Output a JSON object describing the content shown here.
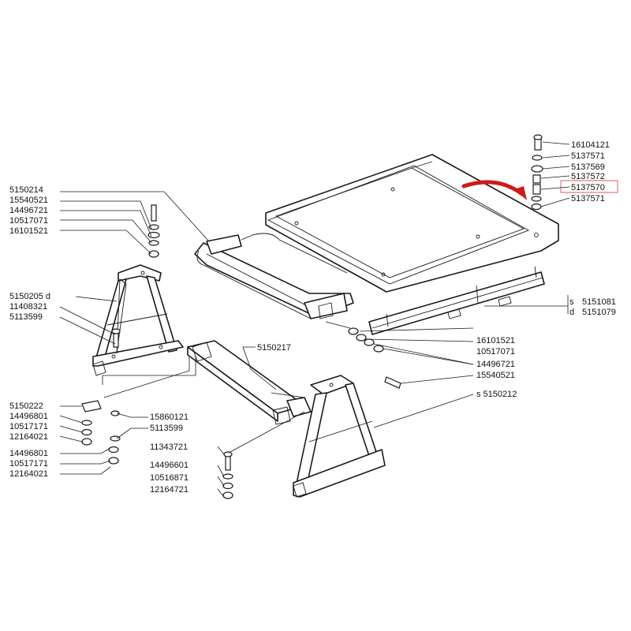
{
  "colors": {
    "line": "#1a1a1a",
    "highlight_arrow": "#d11a1a",
    "highlight_box": "#e07a7a",
    "background": "#ffffff"
  },
  "labels": {
    "l_16104121": "16104121",
    "l_5137571_a": "5137571",
    "l_5137569": "5137569",
    "l_5137572": "5137572",
    "l_5137570": "5137570",
    "l_5137571_b": "5137571",
    "l_5151081": "5151081",
    "l_5151079": "5151079",
    "l_s_mark_1": "s",
    "l_d_mark_1": "d",
    "l_16101521_r": "16101521",
    "l_10517071_r": "10517071",
    "l_14496721_r": "14496721",
    "l_15540521_r": "15540521",
    "l_5150212": "s   5150212",
    "l_5150214": "5150214",
    "l_15540521_l": "15540521",
    "l_14496721_l": "14496721",
    "l_10517071_l": "10517071",
    "l_16101521_l": "16101521",
    "l_5150205": "5150205 d",
    "l_11408321": "11408321",
    "l_5113599_a": "5113599",
    "l_5150217": "5150217",
    "l_5150222": "5150222",
    "l_14496801_a": "14496801",
    "l_10517171_a": "10517171",
    "l_12164021_a": "12164021",
    "l_14496801_b": "14496801",
    "l_10517171_b": "10517171",
    "l_12164021_b": "12164021",
    "l_15860121": "15860121",
    "l_5113599_b": "5113599",
    "l_11343721": "11343721",
    "l_14496601": "14496601",
    "l_10516871": "10516871",
    "l_12164721": "12164721"
  }
}
